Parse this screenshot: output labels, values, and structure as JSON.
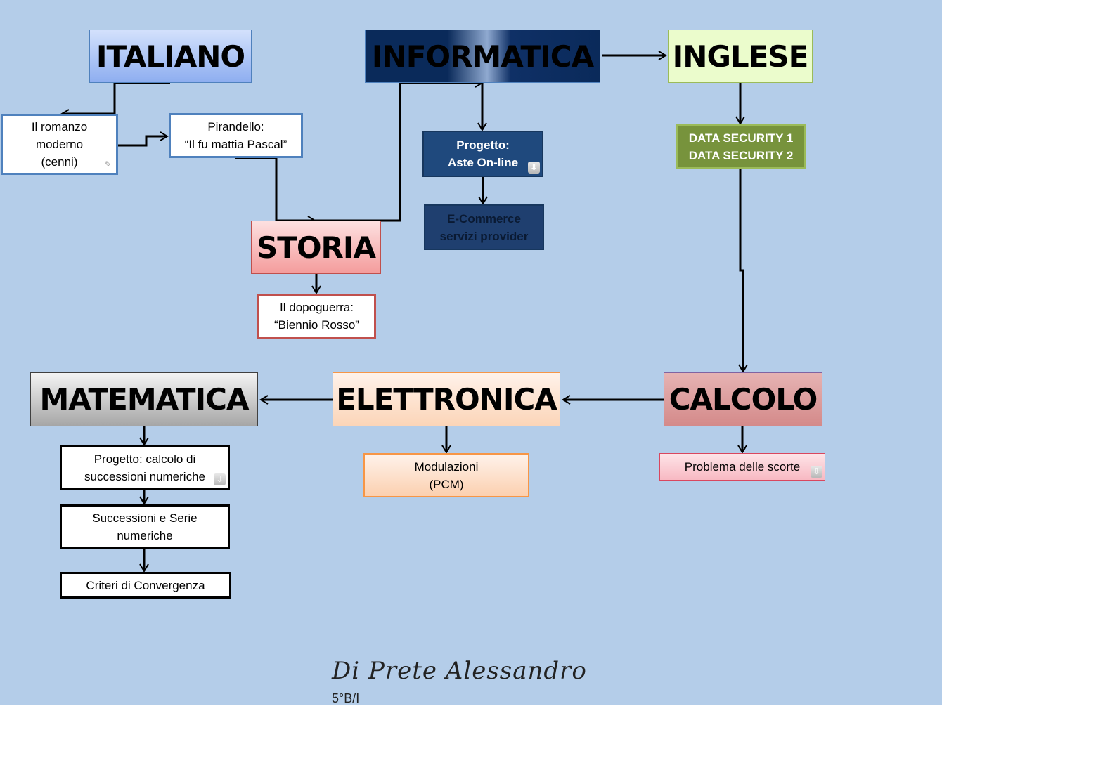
{
  "nodes": {
    "italiano": "ITALIANO",
    "romanzo": "Il romanzo\nmoderno\n(cenni)",
    "pirandello": "Pirandello:\n“Il fu mattia Pascal”",
    "storia": "STORIA",
    "dopoguerra": "Il dopoguerra:\n“Biennio Rosso”",
    "informatica": "INFORMATICA",
    "aste": "Progetto:\nAste On-line",
    "ecommerce": "E-Commerce\nservizi provider",
    "inglese": "INGLESE",
    "datasec": "DATA SECURITY 1\nDATA SECURITY 2",
    "calcolo": "CALCOLO",
    "scorte": "Problema delle scorte",
    "elettronica": "ELETTRONICA",
    "modulazioni": "Modulazioni\n(PCM)",
    "matematica": "MATEMATICA",
    "progetto_calcolo": "Progetto: calcolo di\nsuccessioni numeriche",
    "successioni": "Successioni e Serie\nnumeriche",
    "criteri": "Criteri di Convergenza"
  },
  "footer": {
    "author": "Di Prete Alessandro",
    "class": "5°B/I"
  },
  "colors": {
    "background": "#b4cde9",
    "navy": "#0a2a5a"
  }
}
